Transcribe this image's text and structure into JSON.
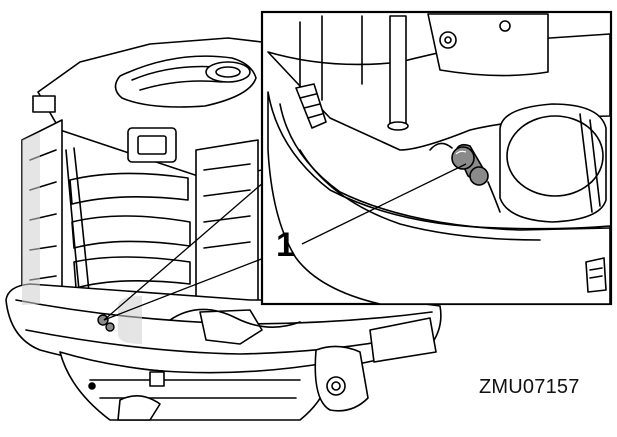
{
  "figure": {
    "callout_number": "1",
    "figure_code": "ZMU07157"
  },
  "colors": {
    "line": "#000000",
    "fill": "#ffffff",
    "shade": "#cfcfcf",
    "shade_dark": "#8a8a8a"
  },
  "icons": {
    "engine": "outboard-motor-engine-illustration",
    "component": "sensor-plug-component"
  }
}
